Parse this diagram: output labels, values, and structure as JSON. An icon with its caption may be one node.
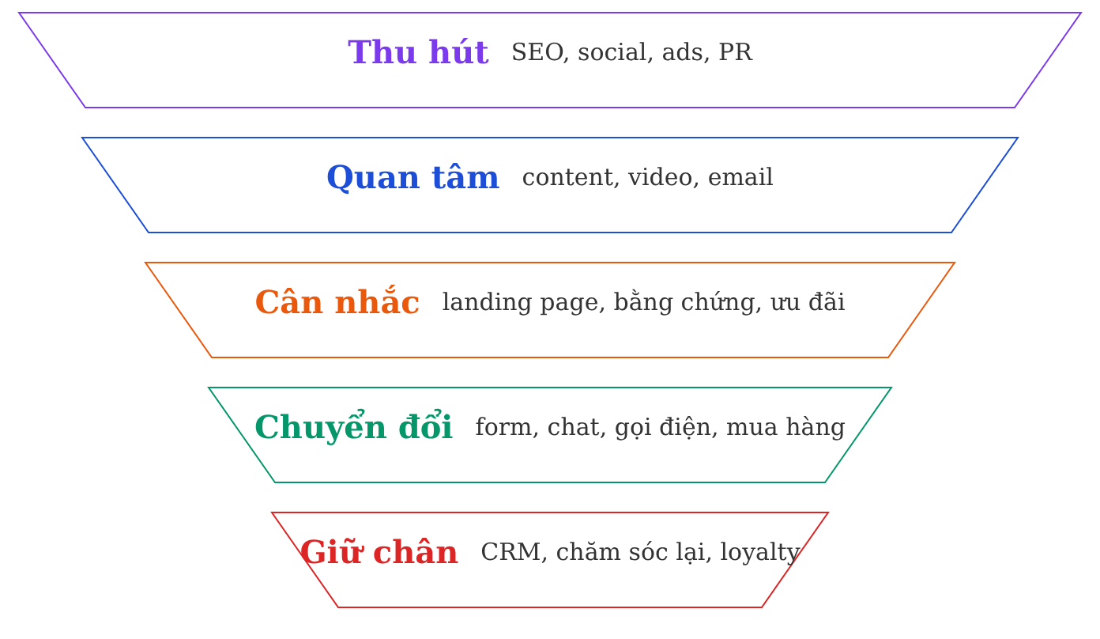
{
  "diagram": {
    "nodes": [
      {
        "text": [
          "Thu hút",
          "SEO, social, ads, PR"
        ]
      },
      {
        "text": [
          "Quan tâm",
          "content, video, email"
        ]
      },
      {
        "text": [
          "Cân nhắc",
          "landing page, bằng chứng, ưu đãi"
        ]
      },
      {
        "text": [
          "Chuyển đổi",
          "form, chat, gọi điện, mua hàng"
        ]
      },
      {
        "text": [
          "Giữ chân",
          "CRM, chăm sóc lại, loyalty"
        ]
      }
    ]
  }
}
